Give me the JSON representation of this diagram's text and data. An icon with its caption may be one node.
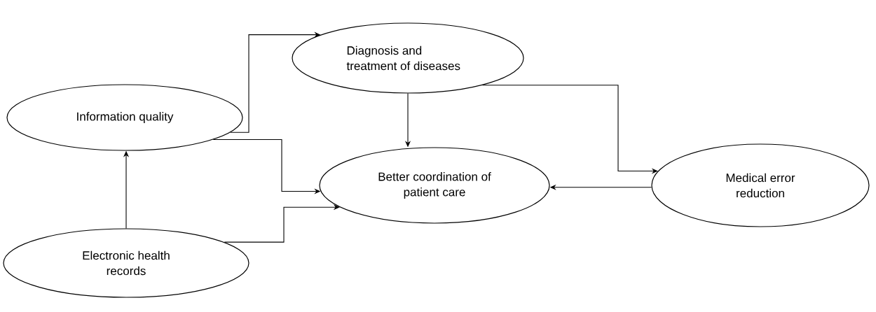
{
  "diagram": {
    "nodes": [
      {
        "text": [
          "Information quality"
        ]
      },
      {
        "text": [
          "Diagnosis and treatment of diseases"
        ]
      },
      {
        "text": [
          "Better coordination of patient care"
        ]
      },
      {
        "text": [
          "Medical error reduction"
        ]
      },
      {
        "text": [
          "Electronic health records"
        ]
      }
    ],
    "edges": [
      {
        "from": 4,
        "to": 0,
        "arrow": "to"
      },
      {
        "from": 0,
        "to": 1,
        "arrow": "to"
      },
      {
        "from": 0,
        "to": 2,
        "arrow": "to"
      },
      {
        "from": 4,
        "to": 2,
        "arrow": "to"
      },
      {
        "from": 1,
        "to": 2,
        "arrow": "to"
      },
      {
        "from": 1,
        "to": 3,
        "arrow": "to"
      },
      {
        "from": 3,
        "to": 2,
        "arrow": "to"
      }
    ]
  }
}
